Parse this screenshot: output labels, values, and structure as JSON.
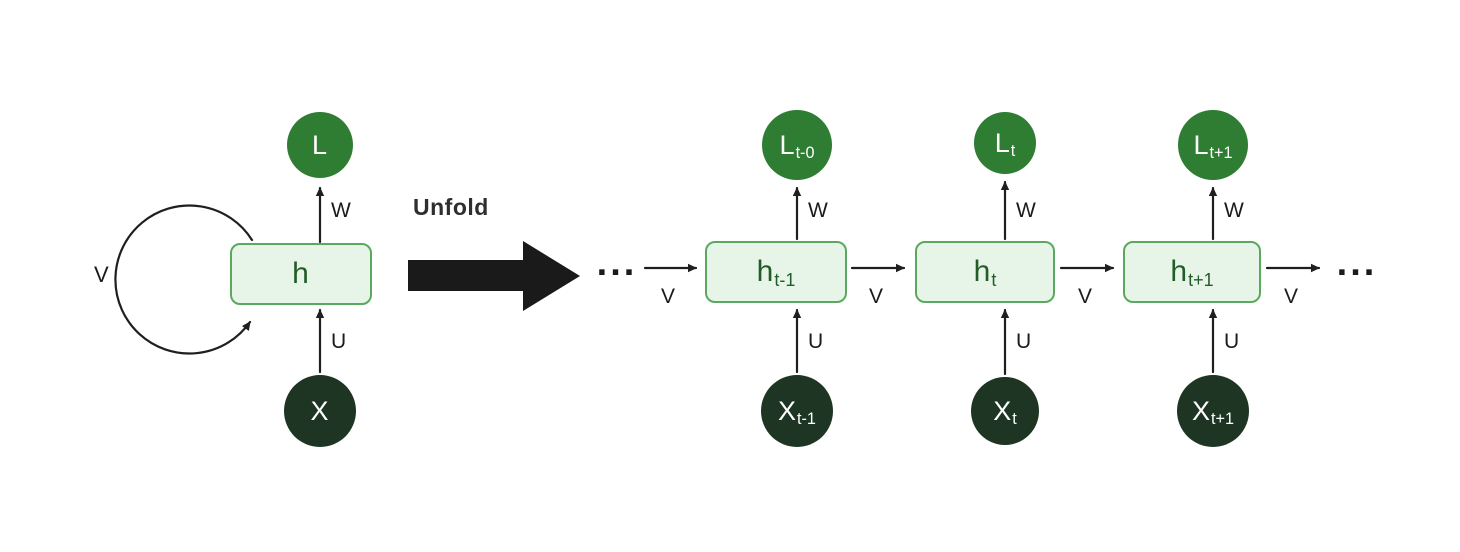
{
  "unfold_label": "Unfold",
  "ellipsis_left": "...",
  "ellipsis_right": "...",
  "folded": {
    "loss": {
      "main": "L",
      "sub": ""
    },
    "hidden": {
      "main": "h",
      "sub": ""
    },
    "input": {
      "main": "X",
      "sub": ""
    },
    "w_label": "W",
    "u_label": "U",
    "v_label": "V"
  },
  "unfolded": {
    "v_labels": [
      "V",
      "V",
      "V",
      "V"
    ],
    "columns": [
      {
        "loss": {
          "main": "L",
          "sub": "t-0"
        },
        "hidden": {
          "main": "h",
          "sub": "t-1"
        },
        "input": {
          "main": "X",
          "sub": "t-1"
        },
        "w_label": "W",
        "u_label": "U"
      },
      {
        "loss": {
          "main": "L",
          "sub": "t"
        },
        "hidden": {
          "main": "h",
          "sub": "t"
        },
        "input": {
          "main": "X",
          "sub": "t"
        },
        "w_label": "W",
        "u_label": "U"
      },
      {
        "loss": {
          "main": "L",
          "sub": "t+1"
        },
        "hidden": {
          "main": "h",
          "sub": "t+1"
        },
        "input": {
          "main": "X",
          "sub": "t+1"
        },
        "w_label": "W",
        "u_label": "U"
      }
    ]
  },
  "colors": {
    "loss_circle": "#2e7d32",
    "input_circle": "#1d3522",
    "box_fill": "#e7f5e8",
    "box_border": "#5aa95e",
    "box_text": "#235c28",
    "arrow": "#1f1f1f"
  }
}
